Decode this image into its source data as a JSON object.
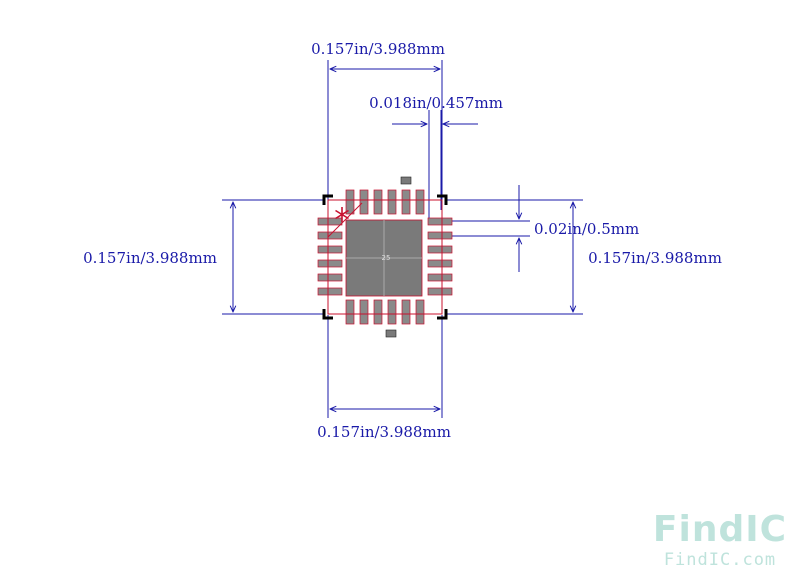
{
  "dimensions": {
    "top_width": "0.157in/3.988mm",
    "pad_width": "0.018in/0.457mm",
    "pitch": "0.02in/0.5mm",
    "left_height": "0.157in/3.988mm",
    "right_height": "0.157in/3.988mm",
    "bottom_width": "0.157in/3.988mm"
  },
  "package": {
    "center_pad_label": "25",
    "pins_per_side": 6
  },
  "watermark": {
    "logo": "FindIC",
    "url": "FindIC.com"
  },
  "colors": {
    "dimension_line": "#1a1aa8",
    "outline": "#c8102e",
    "pad": "#8a8a8a",
    "center_pad": "#7a7a7a",
    "corner_mark": "#000000",
    "logo": "#bfe3dc"
  }
}
